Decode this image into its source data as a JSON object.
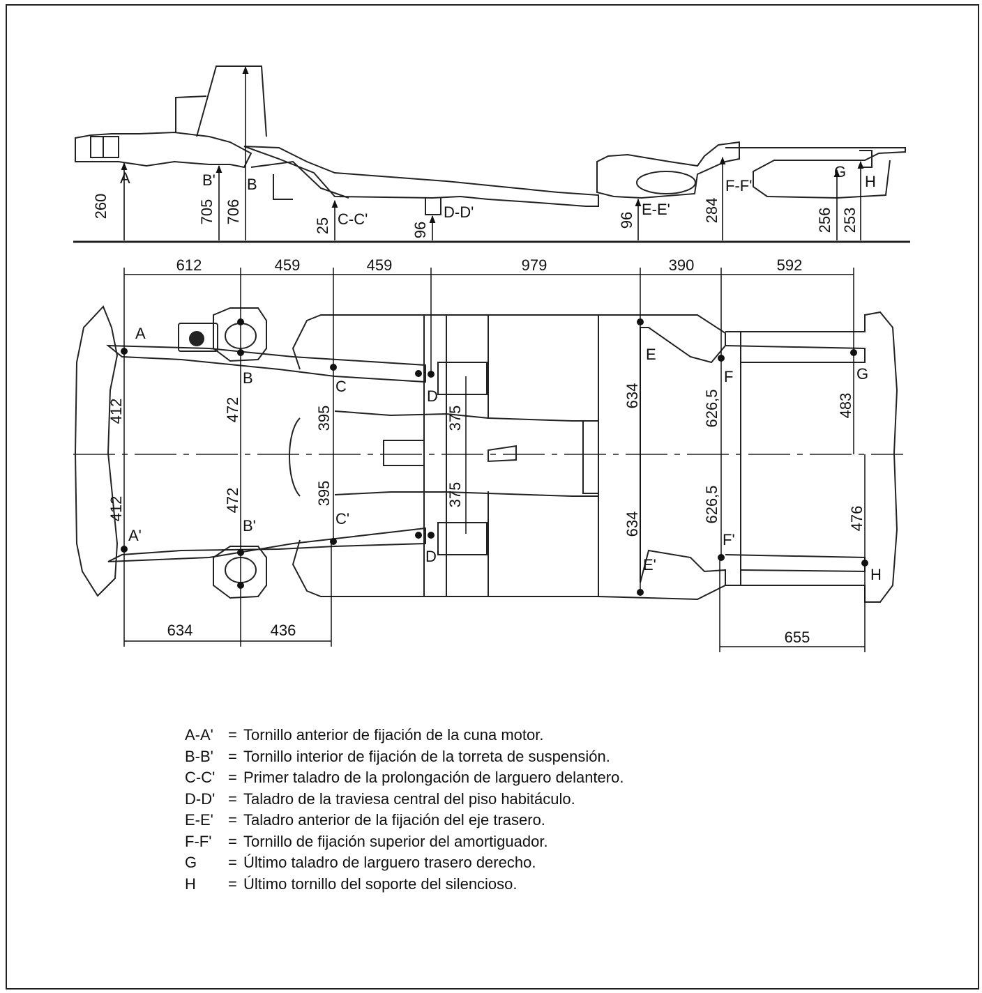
{
  "side_view": {
    "heights": [
      {
        "id": "h-a",
        "value": "260"
      },
      {
        "id": "h-b1",
        "value": "705"
      },
      {
        "id": "h-b2",
        "value": "706"
      },
      {
        "id": "h-c",
        "value": "25"
      },
      {
        "id": "h-d",
        "value": "96"
      },
      {
        "id": "h-e",
        "value": "96"
      },
      {
        "id": "h-f",
        "value": "284"
      },
      {
        "id": "h-g",
        "value": "256"
      },
      {
        "id": "h-h",
        "value": "253"
      }
    ],
    "labels": [
      {
        "id": "sl-a",
        "text": "A"
      },
      {
        "id": "sl-b1",
        "text": "B'"
      },
      {
        "id": "sl-b2",
        "text": "B"
      },
      {
        "id": "sl-c",
        "text": "C-C'"
      },
      {
        "id": "sl-d",
        "text": "D-D'"
      },
      {
        "id": "sl-e",
        "text": "E-E'"
      },
      {
        "id": "sl-f",
        "text": "F-F'"
      },
      {
        "id": "sl-g",
        "text": "G"
      },
      {
        "id": "sl-h",
        "text": "H"
      }
    ]
  },
  "plan_view": {
    "top_dimensions": [
      "612",
      "459",
      "459",
      "979",
      "390",
      "592"
    ],
    "bottom_dimensions": [
      "634",
      "436",
      "655"
    ],
    "vertical_dimensions": [
      {
        "id": "v-a-up",
        "value": "412"
      },
      {
        "id": "v-a-down",
        "value": "412"
      },
      {
        "id": "v-b-up",
        "value": "472"
      },
      {
        "id": "v-b-down",
        "value": "472"
      },
      {
        "id": "v-c-up",
        "value": "395"
      },
      {
        "id": "v-c-down",
        "value": "395"
      },
      {
        "id": "v-d-up",
        "value": "375"
      },
      {
        "id": "v-d-down",
        "value": "375"
      },
      {
        "id": "v-e-up",
        "value": "634"
      },
      {
        "id": "v-e-down",
        "value": "634"
      },
      {
        "id": "v-f-up",
        "value": "626,5"
      },
      {
        "id": "v-f-down",
        "value": "626,5"
      },
      {
        "id": "v-g",
        "value": "483"
      },
      {
        "id": "v-h",
        "value": "476"
      }
    ],
    "point_labels": [
      "A",
      "B",
      "C",
      "D",
      "E",
      "F",
      "G",
      "A'",
      "B'",
      "C'",
      "D'",
      "E'",
      "F'",
      "H"
    ]
  },
  "legend": [
    {
      "code": "A-A'",
      "eq": "=",
      "desc": "Tornillo anterior de fijación de la cuna motor."
    },
    {
      "code": "B-B'",
      "eq": "=",
      "desc": "Tornillo interior de fijación de la torreta de suspensión."
    },
    {
      "code": "C-C'",
      "eq": "=",
      "desc": "Primer taladro de la prolongación de larguero delantero."
    },
    {
      "code": "D-D'",
      "eq": "=",
      "desc": "Taladro de la traviesa central del piso habitáculo."
    },
    {
      "code": "E-E'",
      "eq": "=",
      "desc": "Taladro anterior de la fijación del eje trasero."
    },
    {
      "code": "F-F'",
      "eq": "=",
      "desc": "Tornillo de fijación superior del amortiguador."
    },
    {
      "code": "G",
      "eq": "=",
      "desc": "Último taladro de larguero trasero derecho."
    },
    {
      "code": "H",
      "eq": "=",
      "desc": "Último tornillo del soporte del silencioso."
    }
  ]
}
